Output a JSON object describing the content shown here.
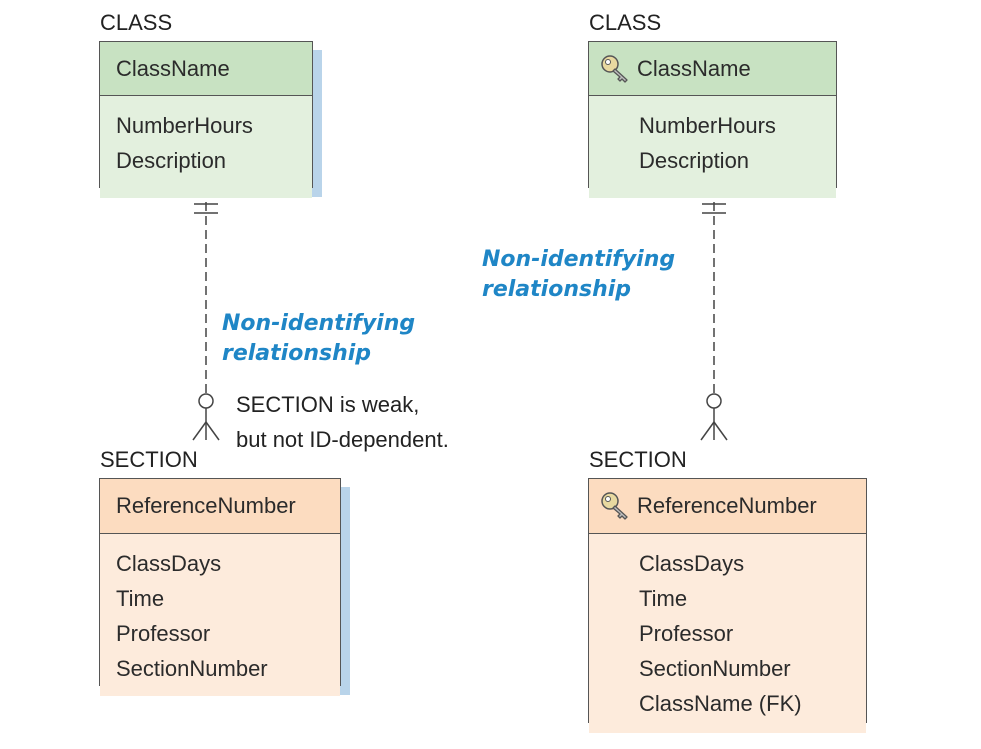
{
  "left": {
    "class_label": "CLASS",
    "class_header": "ClassName",
    "class_attrs": [
      "NumberHours",
      "Description"
    ],
    "relationship": [
      "Non-identifying",
      "relationship"
    ],
    "note": [
      "SECTION is weak,",
      "but not ID-dependent."
    ],
    "section_label": "SECTION",
    "section_header": "ReferenceNumber",
    "section_attrs": [
      "ClassDays",
      "Time",
      "Professor",
      "SectionNumber"
    ]
  },
  "right": {
    "class_label": "CLASS",
    "class_header": "ClassName",
    "class_attrs": [
      "NumberHours",
      "Description"
    ],
    "relationship": [
      "Non-identifying",
      "relationship"
    ],
    "section_label": "SECTION",
    "section_header": "ReferenceNumber",
    "section_attrs": [
      "ClassDays",
      "Time",
      "Professor",
      "SectionNumber",
      "ClassName (FK)"
    ]
  },
  "icons": {
    "primary_key": "key-icon"
  },
  "colors": {
    "class_header": "#c8e2c2",
    "class_body": "#e3f0de",
    "section_header": "#fcdcc0",
    "section_body": "#fdebdc",
    "shadow": "#b9d4ea",
    "relationship_text": "#1f86c6"
  }
}
